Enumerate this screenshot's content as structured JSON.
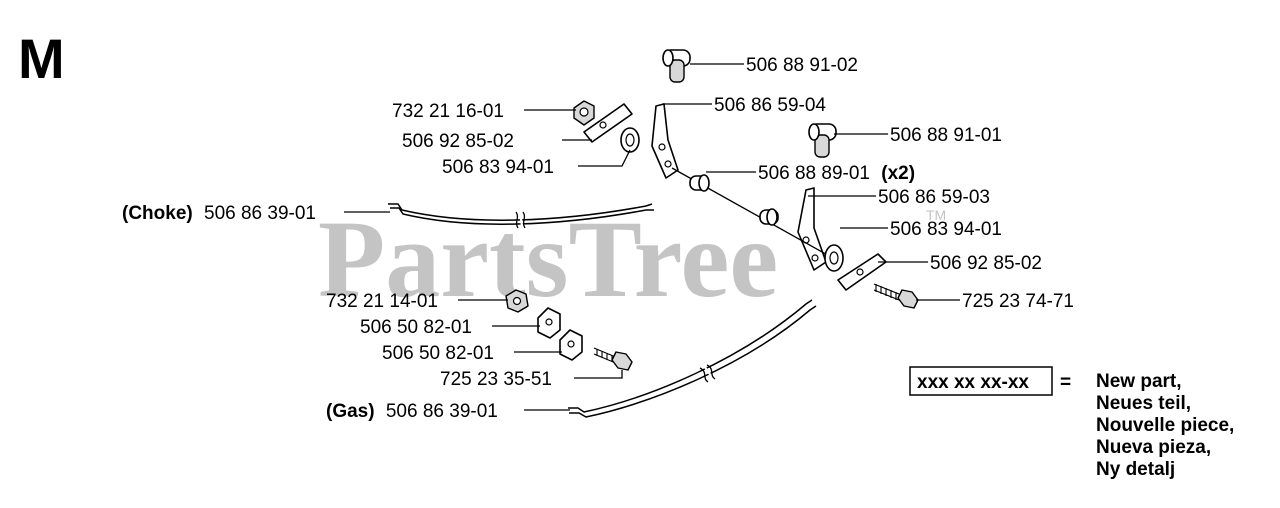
{
  "section_letter": "M",
  "watermark": {
    "text": "PartsTree",
    "tm": "TM"
  },
  "parts": {
    "knob_top": "506 88 91-02",
    "nut_left": "732 21 16-01",
    "lever_left": "506 86 59-04",
    "plate_left": "506 92 85-02",
    "knob_right": "506 88 91-01",
    "washer_left": "506 83 94-01",
    "bushing": "506 88 89-01",
    "bushing_qty": "(x2)",
    "choke_prefix": "(Choke)",
    "choke_cable": "506 86 39-01",
    "lever_right": "506 86 59-03",
    "washer_right": "506 83 94-01",
    "plate_right": "506 92 85-02",
    "screw_right": "725 23 74-71",
    "nut_small": "732 21 14-01",
    "clamp_upper": "506 50 82-01",
    "clamp_lower": "506 50 82-01",
    "screw_small": "725 23 35-51",
    "gas_prefix": "(Gas)",
    "gas_cable": "506 86 39-01"
  },
  "legend": {
    "box_text": "xxx xx xx-xx",
    "equals": "=",
    "lines": [
      "New part,",
      "Neues teil,",
      "Nouvelle piece,",
      "Nueva pieza,",
      "Ny detalj"
    ]
  }
}
